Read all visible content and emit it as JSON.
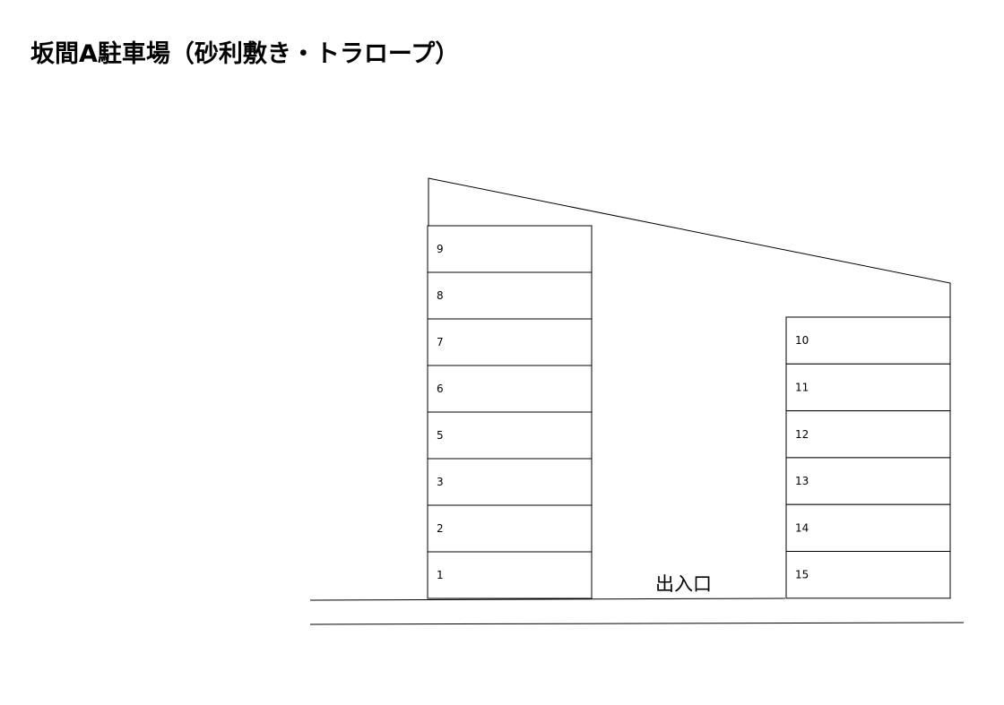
{
  "title": "坂間A駐車場（砂利敷き・トラロープ）",
  "entrance_label": "出入口",
  "left_column": {
    "slots": [
      "9",
      "8",
      "7",
      "6",
      "5",
      "3",
      "2",
      "1"
    ]
  },
  "right_column": {
    "slots": [
      "10",
      "11",
      "12",
      "13",
      "14",
      "15"
    ]
  },
  "colors": {
    "line": "#000000",
    "background": "#ffffff"
  }
}
